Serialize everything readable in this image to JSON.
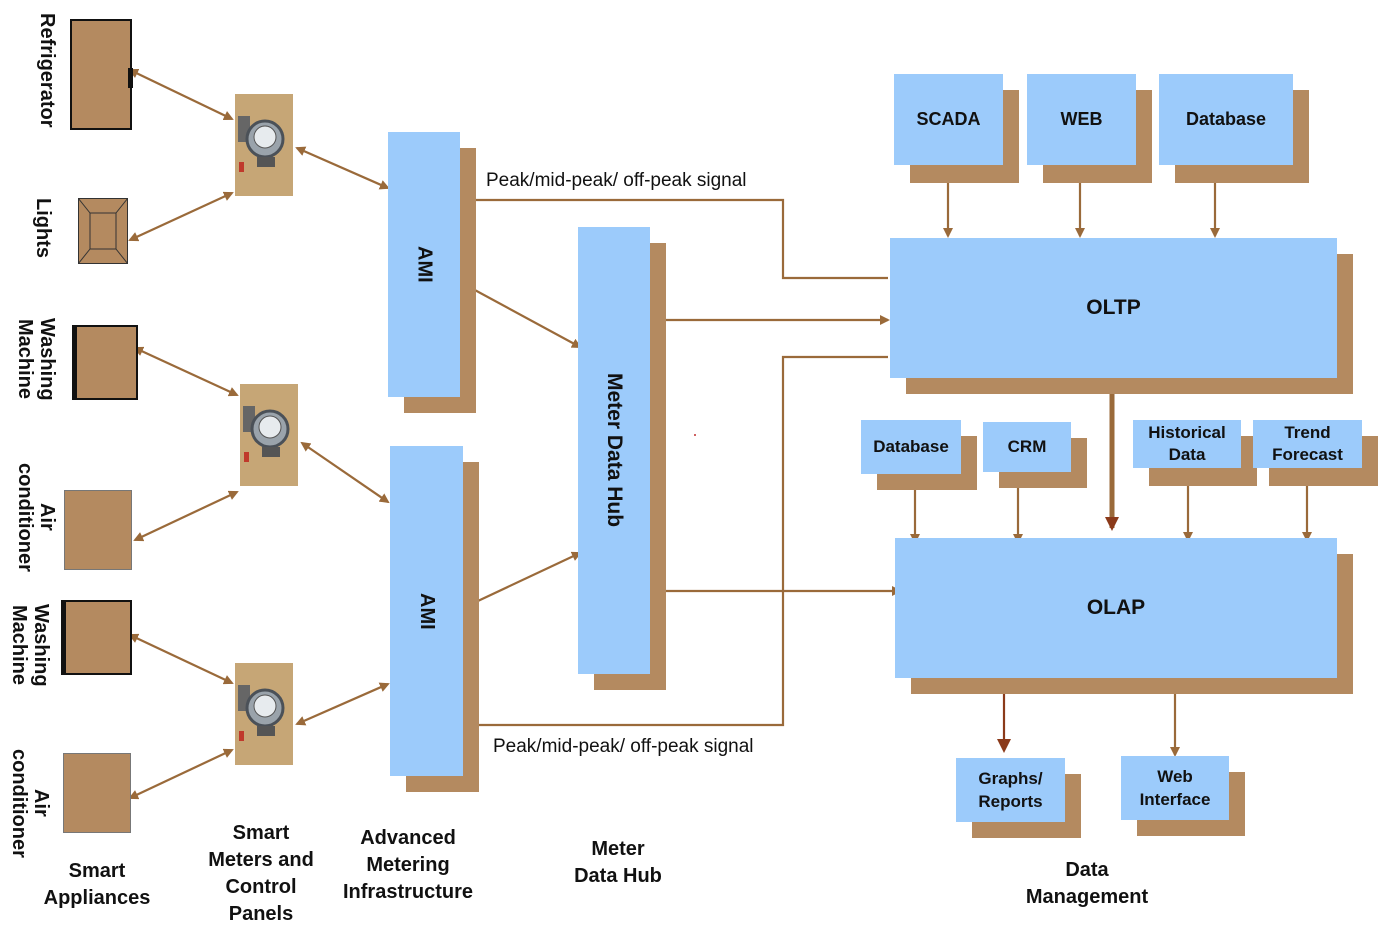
{
  "appliances": {
    "refrigerator": "Refrigerator",
    "lights": "Lights",
    "washing_machine_1": "Washing Machine",
    "air_conditioner_1": "Air conditioner",
    "washing_machine_2": "Washing Machine",
    "air_conditioner_2": "Air conditioner"
  },
  "ami": {
    "top": "AMI",
    "bottom": "AMI"
  },
  "meter_data_hub": "Meter Data Hub",
  "signals": {
    "top": "Peak/mid-peak/ off-peak signal",
    "bottom": "Peak/mid-peak/ off-peak signal"
  },
  "sources": {
    "scada": "SCADA",
    "web": "WEB",
    "database": "Database"
  },
  "oltp": "OLTP",
  "olap": "OLAP",
  "olap_inputs": {
    "database": "Database",
    "crm": "CRM",
    "historical": "Historical Data",
    "trend": "Trend Forecast"
  },
  "outputs": {
    "graphs": "Graphs/ Reports",
    "web_interface": "Web Interface"
  },
  "column_labels": {
    "smart_appliances": "Smart\nAppliances",
    "smart_meters": "Smart\nMeters and\nControl\nPanels",
    "ami": "Advanced\nMetering\nInfrastructure",
    "hub": "Meter\nData Hub",
    "data_mgmt": "Data\nManagement"
  },
  "colors": {
    "box": "#9ccbfb",
    "shadow": "#b48a60",
    "arrow": "#9a6a3a",
    "arrow_dark": "#8b3a1a"
  }
}
